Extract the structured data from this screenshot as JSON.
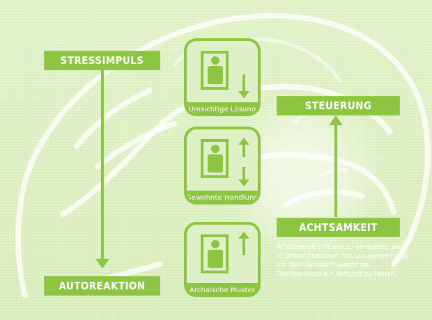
{
  "labels": {
    "stress": "STRESSIMPULS",
    "auto": "AUTOREAKTION",
    "steuer": "STEUERUNG",
    "achtsam": "ACHTSAMKEIT"
  },
  "tiles": [
    {
      "caption": "Umsichtige Lösung",
      "arrow": "down"
    },
    {
      "caption": "Gewohnte Handlung",
      "arrow": "both"
    },
    {
      "caption": "Archaische Muster",
      "arrow": "up"
    }
  ],
  "note_text": "Achtsamkeit hilft uns zu verstehen, was in Stresssituationen mit uns passiert und mit dem Fahrstuhl wieder ins Obergeschoss zur Vernunft zu fahren.",
  "colors": {
    "accent": "#8bc541",
    "background": "#dff0c3"
  }
}
